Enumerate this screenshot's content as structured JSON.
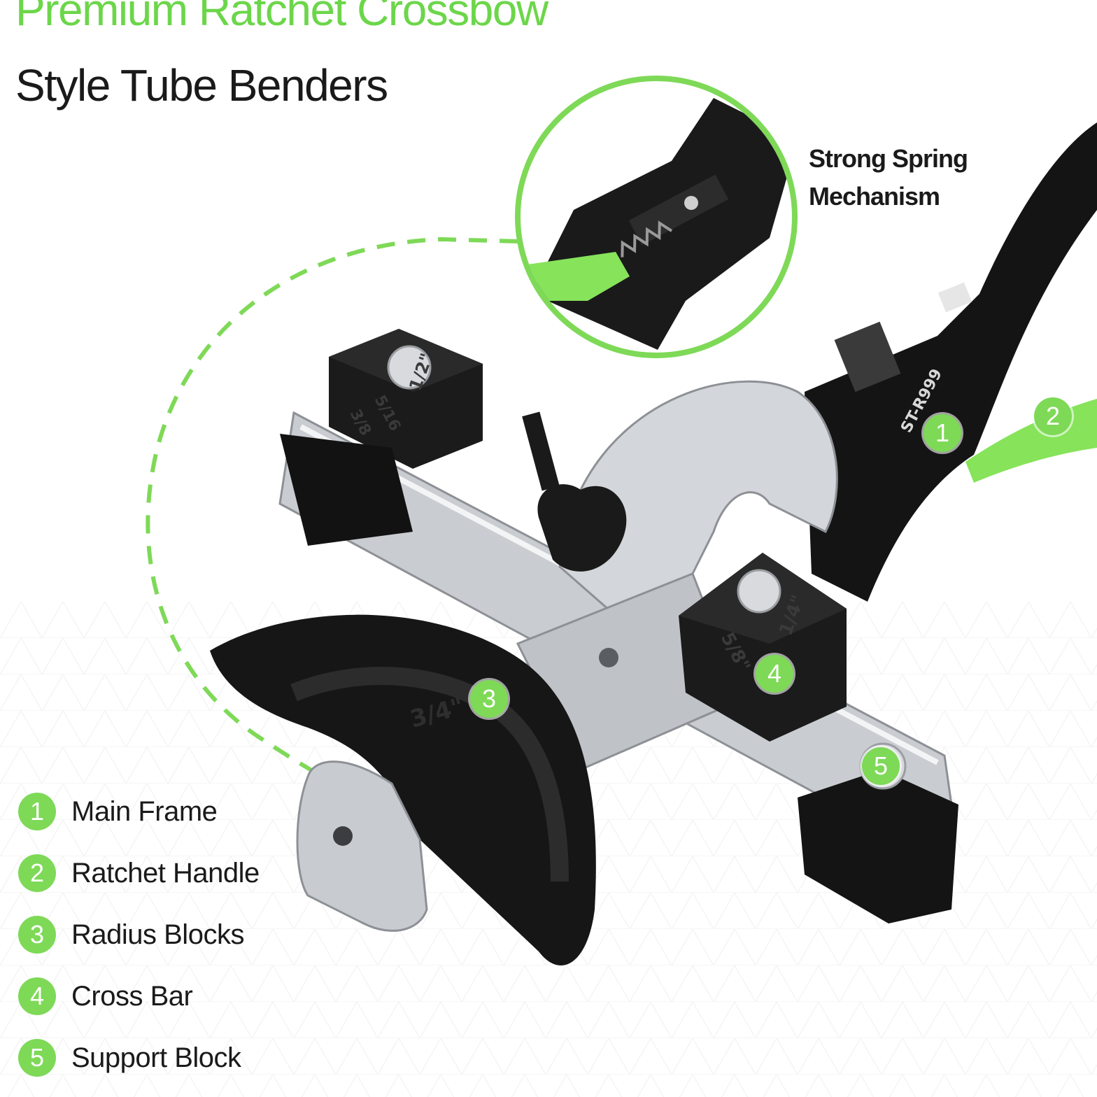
{
  "header": {
    "title_line1": "Premium Ratchet Crossbow",
    "title_line2": "Style Tube Benders"
  },
  "callout": {
    "line1": "Strong Spring",
    "line2": "Mechanism"
  },
  "legend": {
    "items": [
      {
        "number": "1",
        "label": "Main Frame"
      },
      {
        "number": "2",
        "label": "Ratchet Handle"
      },
      {
        "number": "3",
        "label": "Radius Blocks"
      },
      {
        "number": "4",
        "label": "Cross Bar"
      },
      {
        "number": "5",
        "label": "Support Block"
      }
    ]
  },
  "product_markings": {
    "model": "ST-R999",
    "block_a_sizes": [
      "3/8",
      "5/16",
      "1/2\""
    ],
    "block_b_sizes": [
      "5/8\"",
      "1/4\""
    ],
    "radius_block_size": "3/4\""
  },
  "markers": [
    "1",
    "2",
    "3",
    "4",
    "5"
  ],
  "colors": {
    "accent_green": "#7ed957",
    "title_green": "#6cd64a",
    "text_dark": "#1a1a1a",
    "tool_black": "#161616",
    "chrome": "#c9ccd0"
  }
}
